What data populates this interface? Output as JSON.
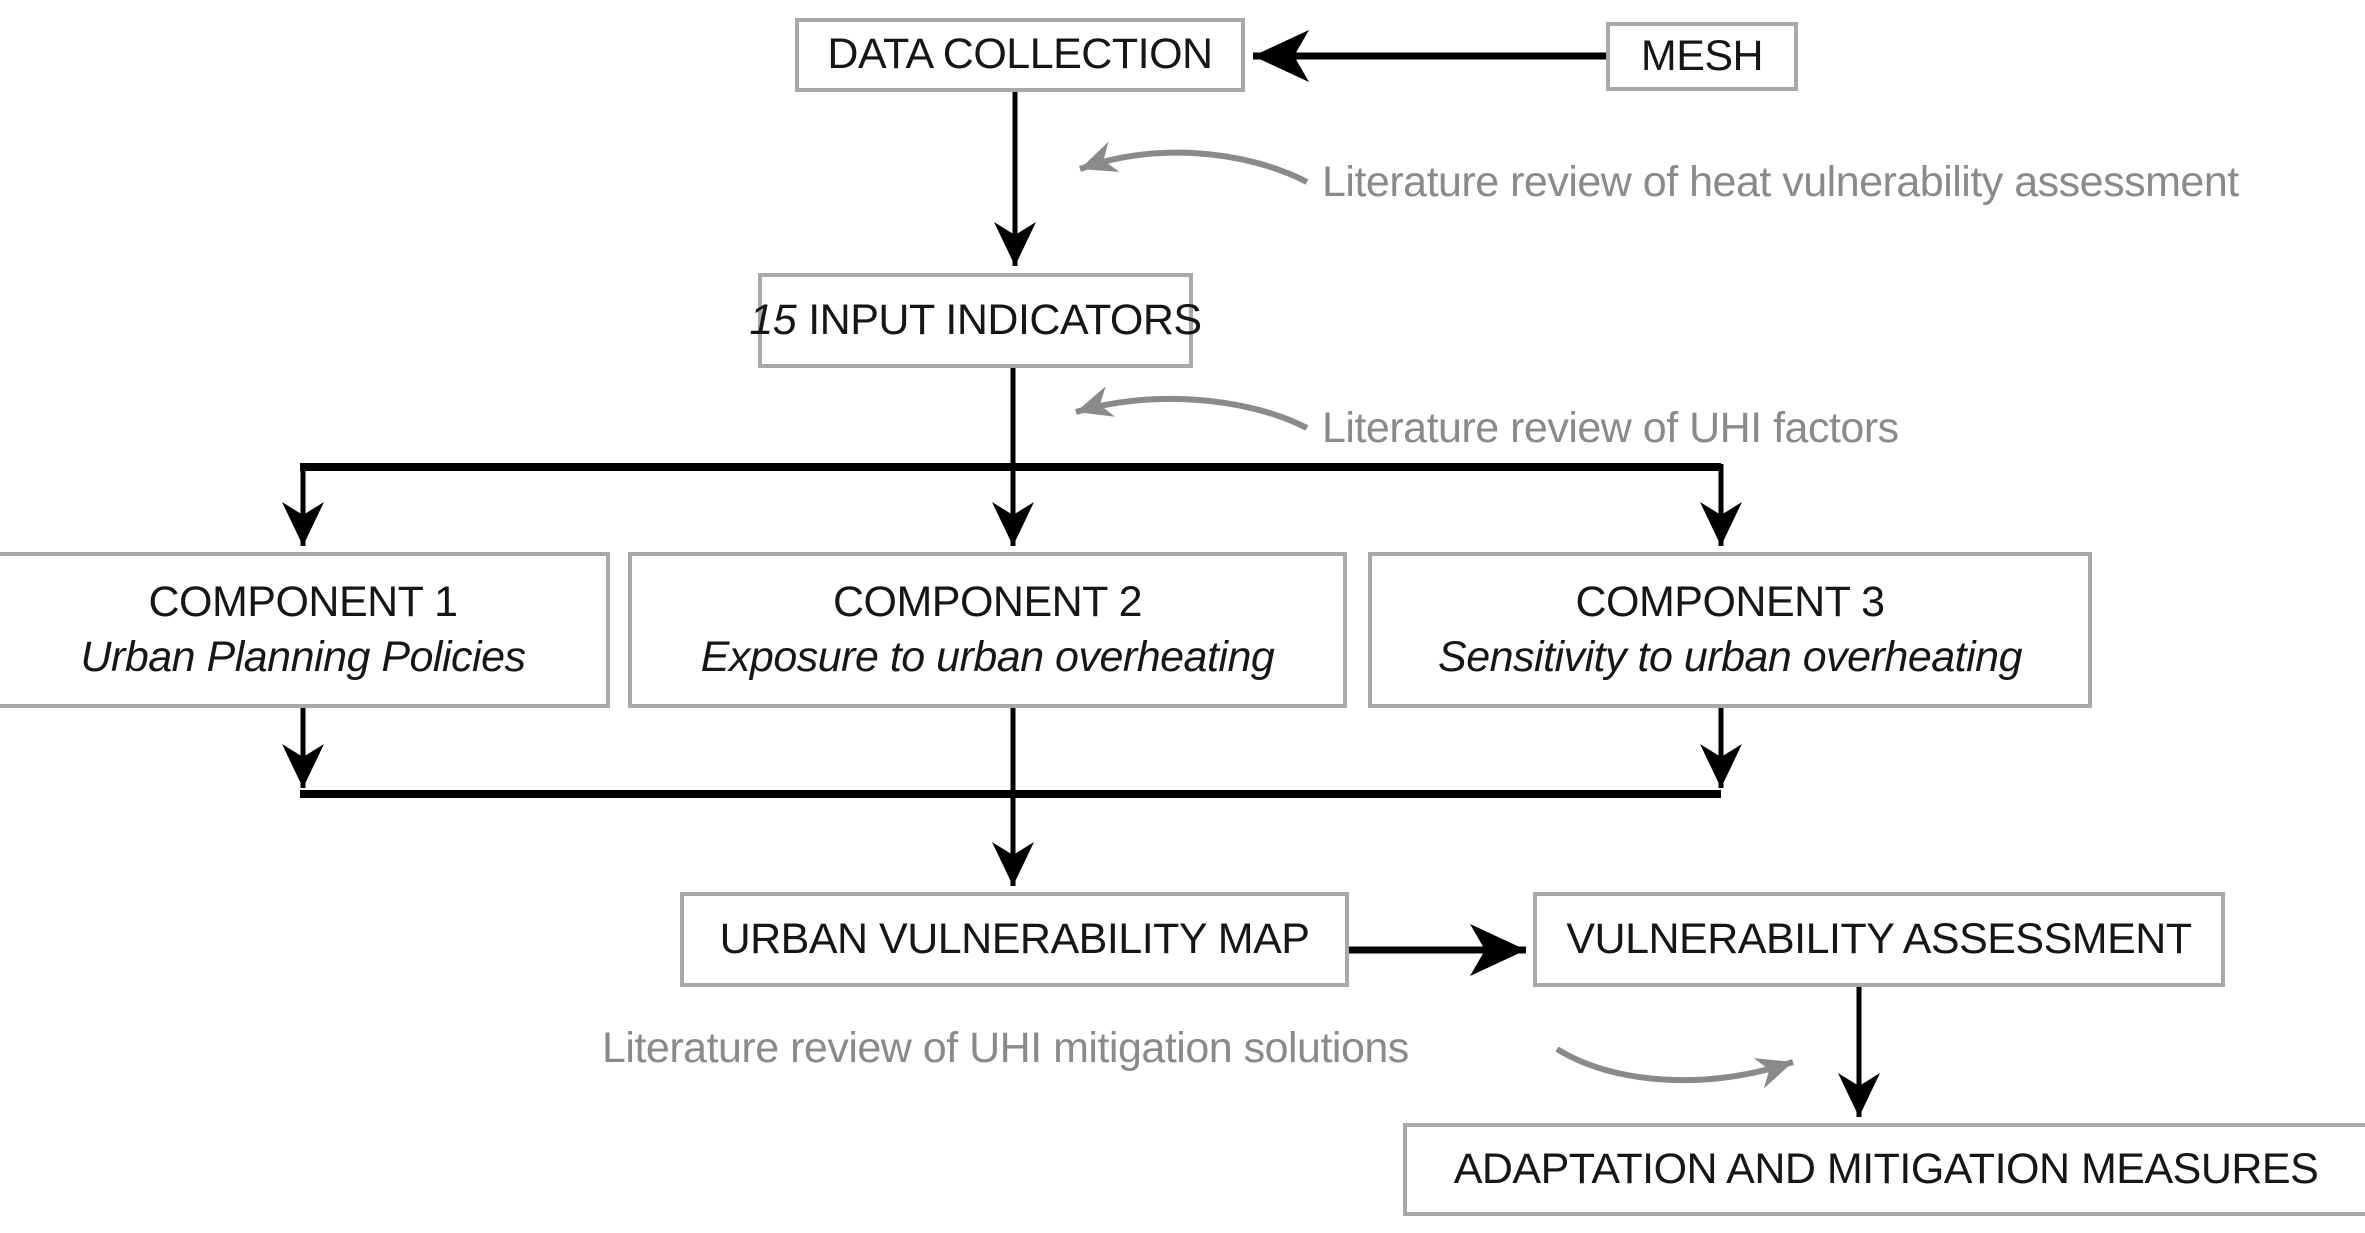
{
  "diagram": {
    "nodes": {
      "data_collection": {
        "label": "DATA COLLECTION"
      },
      "mesh": {
        "label": "MESH"
      },
      "input_indicators": {
        "count": "15",
        "label": "INPUT INDICATORS"
      },
      "component1": {
        "title": "COMPONENT 1",
        "subtitle": "Urban Planning Policies"
      },
      "component2": {
        "title": "COMPONENT 2",
        "subtitle": "Exposure to urban overheating"
      },
      "component3": {
        "title": "COMPONENT 3",
        "subtitle": "Sensitivity to urban overheating"
      },
      "urban_vulnerability_map": {
        "label": "URBAN VULNERABILITY MAP"
      },
      "vulnerability_assessment": {
        "label": "VULNERABILITY ASSESSMENT"
      },
      "adaptation_measures": {
        "label": "ADAPTATION AND MITIGATION MEASURES"
      }
    },
    "annotations": {
      "heat_vulnerability": "Literature review of heat vulnerability assessment",
      "uhi_factors": "Literature review of UHI factors",
      "uhi_mitigation": "Literature review of UHI mitigation solutions"
    },
    "colors": {
      "box_border": "#a9a9a9",
      "box_text": "#161616",
      "line": "#000000",
      "annotation": "#8a8a8a",
      "background": "#ffffff"
    }
  }
}
